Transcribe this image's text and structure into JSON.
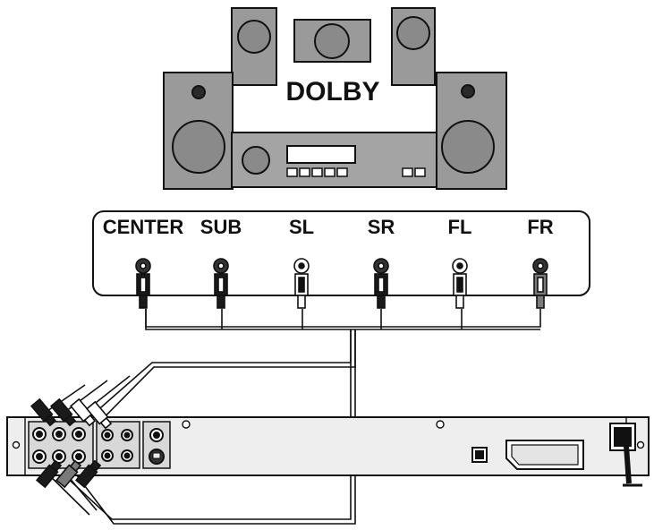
{
  "brand_label": "DOLBY",
  "channels": [
    {
      "label": "CENTER",
      "plug": "black"
    },
    {
      "label": "SUB",
      "plug": "black"
    },
    {
      "label": "SL",
      "plug": "white"
    },
    {
      "label": "SR",
      "plug": "black"
    },
    {
      "label": "FL",
      "plug": "white"
    },
    {
      "label": "FR",
      "plug": "grey"
    }
  ],
  "colors": {
    "outline": "#111111",
    "speaker_body": "#9a9a9a",
    "speaker_cone": "#8a8a8a",
    "amp_body": "#a4a4a4",
    "player_body": "#eeeeee",
    "panel_fill": "#ffffff",
    "plug_black": "#1a1a1a",
    "plug_white": "#ffffff",
    "plug_grey": "#7a7a7a"
  },
  "icons": {
    "speakers": "speaker-icon",
    "amplifier": "amplifier-icon",
    "jack": "rca-jack-icon",
    "plug": "rca-plug-icon",
    "player": "dvd-player-icon",
    "scart": "scart-connector-icon",
    "optical": "optical-out-icon",
    "power": "power-socket-icon"
  }
}
